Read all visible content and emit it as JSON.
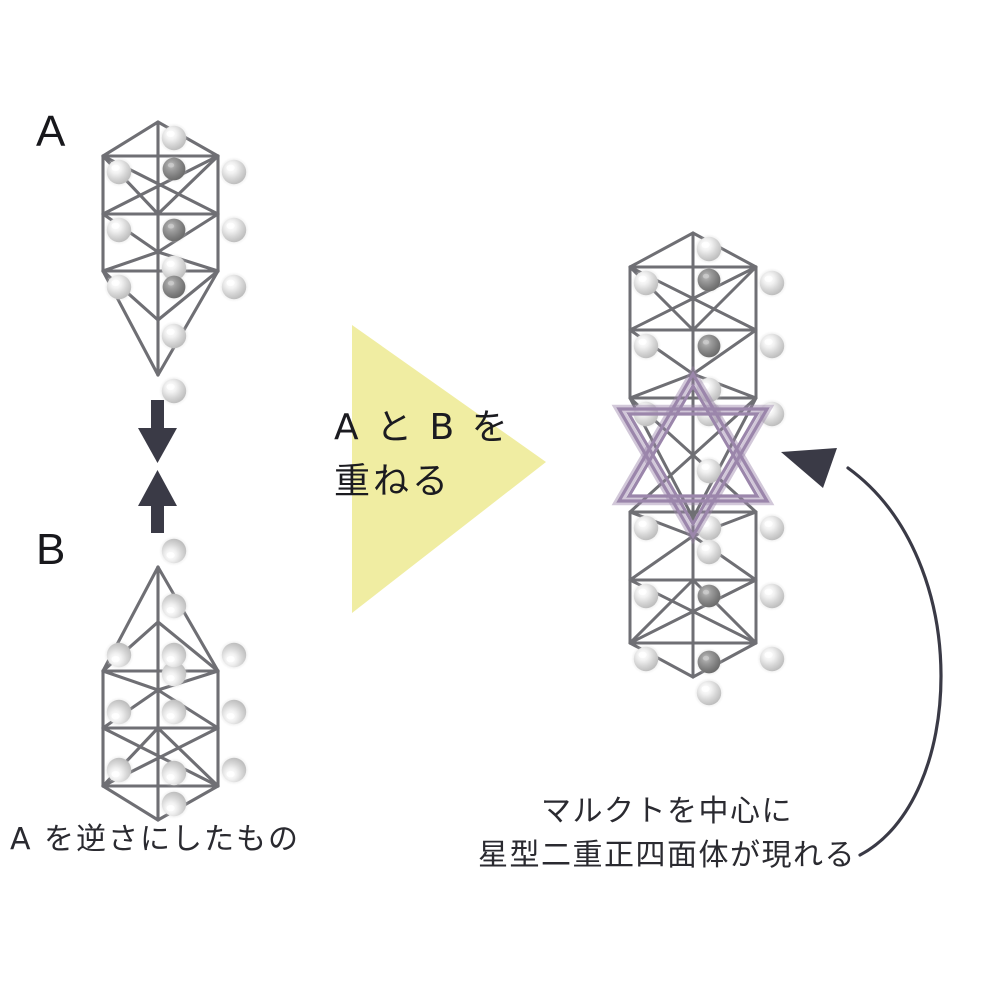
{
  "background": "#ffffff",
  "colors": {
    "node_light": "#d9d9d9",
    "node_dark": "#8a8a8a",
    "edge": "#6f6f74",
    "star": "#9b86ab",
    "star_fill": "#efe9f2",
    "arrow": "#3a3a46",
    "triangle_fill": "#f0eda2",
    "text": "#1b1b20"
  },
  "labels": {
    "a": "A",
    "b": "B"
  },
  "captions": {
    "left": "A を逆さにしたもの",
    "right_line1": "マルクトを中心に",
    "right_line2": "星型二重正四面体が現れる"
  },
  "callout": {
    "line1": "A と B を",
    "line2": "重ねる"
  },
  "diagrams": {
    "a": {
      "title": "tree-of-life-upright",
      "nodes": 11,
      "sephirot_count": 10,
      "daath": 1
    },
    "b": {
      "title": "tree-of-life-inverted",
      "nodes": 11,
      "sephirot_count": 10,
      "daath": 1
    },
    "merged": {
      "title": "tree-of-life-merged-with-hexagram",
      "star_shape": "hexagram",
      "star_label": "星型二重正四面体"
    }
  },
  "arrows": {
    "down": "arrow-down",
    "up": "arrow-up",
    "curved": "curved-arrow-left"
  }
}
